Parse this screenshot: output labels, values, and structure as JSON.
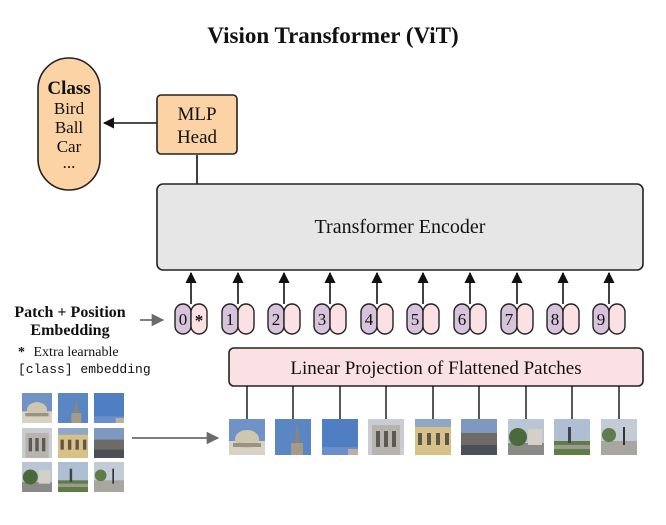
{
  "title": "Vision Transformer (ViT)",
  "class_box": {
    "heading": "Class",
    "items": [
      "Bird",
      "Ball",
      "Car",
      "..."
    ]
  },
  "mlp_head": {
    "line1": "MLP",
    "line2": "Head"
  },
  "encoder": {
    "label": "Transformer Encoder"
  },
  "embedding_label": {
    "line1": "Patch + Position",
    "line2": "Embedding"
  },
  "footnote": {
    "star": "*",
    "line1": "Extra learnable",
    "line2_code": "[class]",
    "line2_rest": " embedding"
  },
  "tokens": [
    "0",
    "1",
    "2",
    "3",
    "4",
    "5",
    "6",
    "7",
    "8",
    "9"
  ],
  "class_token_mark": "*",
  "projection": {
    "label": "Linear Projection of Flattened Patches"
  },
  "image_grid": {
    "rows": 3,
    "cols": 3
  },
  "patches": [
    {
      "sky": "#6f93c7",
      "scene": "building-dome"
    },
    {
      "sky": "#5b86c4",
      "scene": "spire"
    },
    {
      "sky": "#4f7fc2",
      "scene": "sky"
    },
    {
      "sky": "#c9ccd2",
      "scene": "facade-grey"
    },
    {
      "sky": "#8fa7c9",
      "scene": "facade-yellow"
    },
    {
      "sky": "#7e98bf",
      "scene": "facade-dark"
    },
    {
      "sky": "#b9c6d6",
      "scene": "tree-street"
    },
    {
      "sky": "#aebfd3",
      "scene": "street-green"
    },
    {
      "sky": "#c3ccd6",
      "scene": "street-light"
    }
  ],
  "colors": {
    "class_fill": "#fbd3a4",
    "mlp_fill": "#fbd3a4",
    "encoder_fill": "#e6e6e6",
    "token_fill": "#d8c3dc",
    "pos_fill": "#fbe1e3",
    "projection_fill": "#fbe1e3",
    "stroke": "#222222",
    "arrow_grey": "#6b6b6b"
  }
}
